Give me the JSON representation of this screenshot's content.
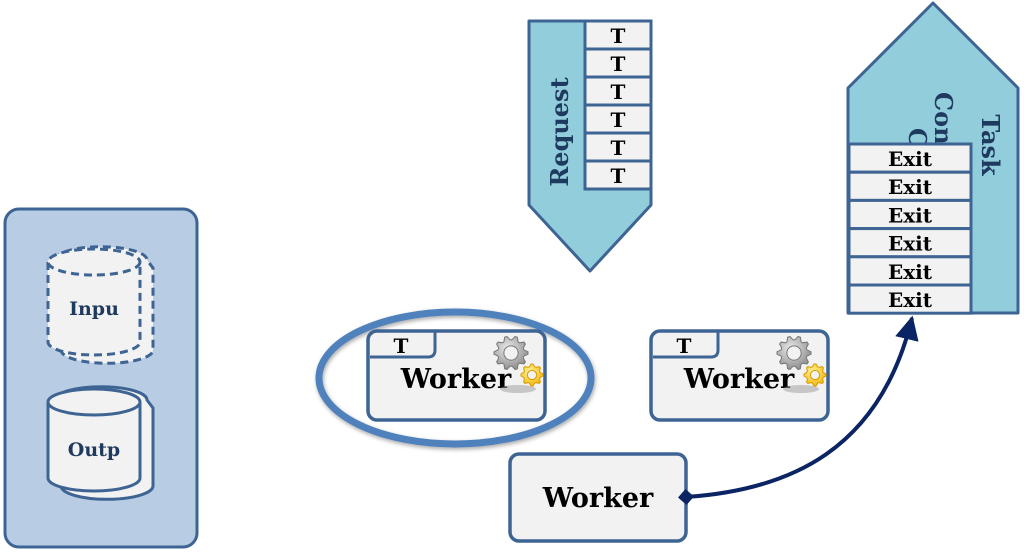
{
  "colors": {
    "panel_fill": "#b8cce4",
    "panel_stroke": "#3e6494",
    "queue_fill": "#92cddc",
    "queue_stroke": "#3e6494",
    "box_fill": "#f2f2f2",
    "text_dark": "#1f3a5f",
    "arrow": "#0b2463",
    "highlight_ring": "#4f81bd",
    "gear_gray": "#9a9a9a",
    "gear_yellow": "#f5c518"
  },
  "storage_panel": {
    "input_label": "Inpu",
    "output_label": "Outp"
  },
  "request_queue": {
    "label": "Request",
    "items": [
      "T",
      "T",
      "T",
      "T",
      "T",
      "T"
    ]
  },
  "task_completion_queue": {
    "label_primary": "Task",
    "label_secondary": "Con",
    "label_tertiary": "C",
    "items": [
      "Exit",
      "Exit",
      "Exit",
      "Exit",
      "Exit",
      "Exit"
    ]
  },
  "workers": [
    {
      "label": "Worker",
      "tab": "T",
      "has_gears": true,
      "highlighted": true
    },
    {
      "label": "Worker",
      "tab": "T",
      "has_gears": true,
      "highlighted": false
    },
    {
      "label": "Worker",
      "tab": null,
      "has_gears": false,
      "highlighted": false
    }
  ],
  "connection": {
    "from": "worker-3",
    "to": "task-completion-queue"
  }
}
